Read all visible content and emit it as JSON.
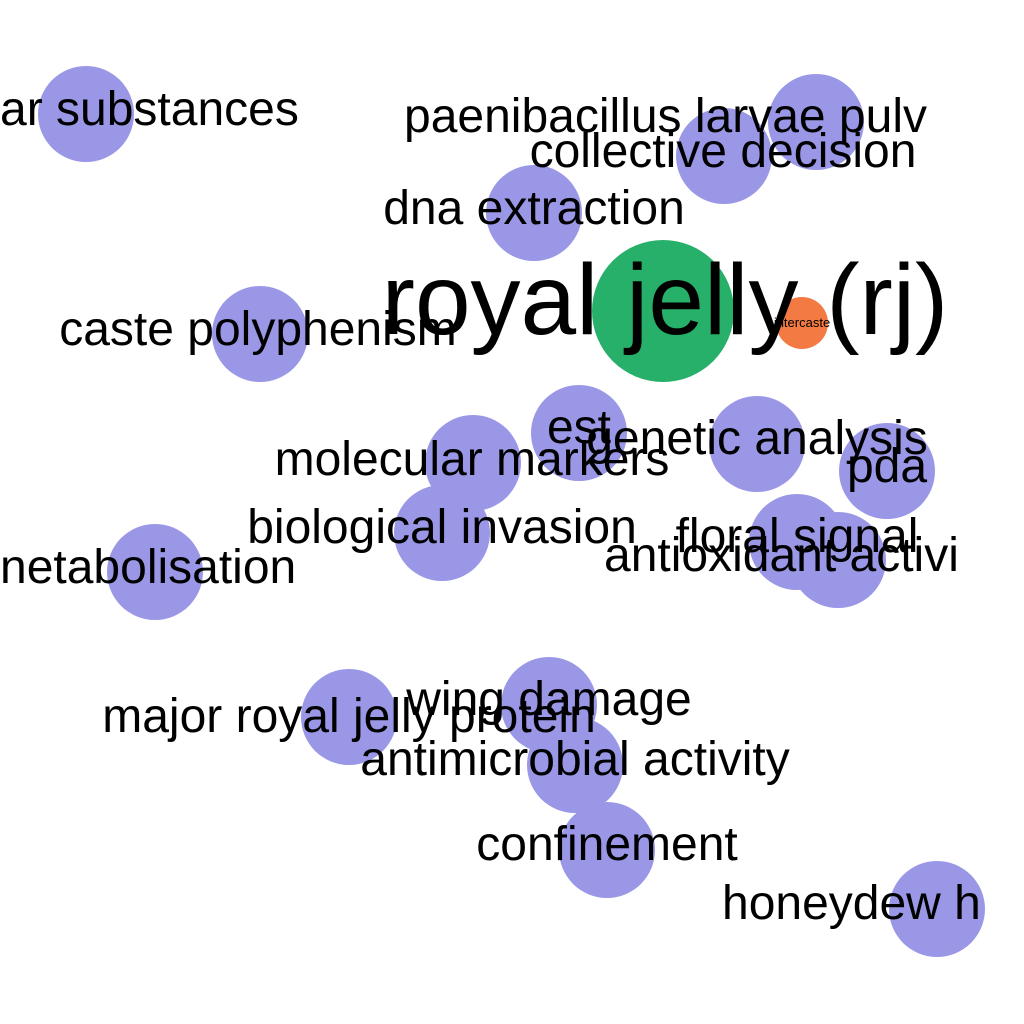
{
  "colors": {
    "background": "#ffffff",
    "keyword_node": "#9a98e6",
    "central_node": "#26b069",
    "secondary_node": "#f47a43",
    "label": "#000000"
  },
  "central_node": {
    "label": "royal jelly (rj)",
    "color": "#26b069"
  },
  "secondary_node": {
    "label": "intercaste",
    "color": "#f47a43"
  },
  "keyword_nodes": [
    {
      "id": "n1",
      "label": "ar substances"
    },
    {
      "id": "n2",
      "label": "paenibacillus larvae pulv"
    },
    {
      "id": "n3",
      "label": "collective decision"
    },
    {
      "id": "n4",
      "label": "dna extraction"
    },
    {
      "id": "n5",
      "label": "caste polyphenism"
    },
    {
      "id": "n6",
      "label": "est"
    },
    {
      "id": "n7",
      "label": "genetic analysis"
    },
    {
      "id": "n8",
      "label": "molecular markers"
    },
    {
      "id": "n9",
      "label": "pda"
    },
    {
      "id": "n10",
      "label": "biological invasion"
    },
    {
      "id": "n11",
      "label": "floral signal"
    },
    {
      "id": "n12",
      "label": "antioxidant activi"
    },
    {
      "id": "n13",
      "label": "netabolisation"
    },
    {
      "id": "n14",
      "label": "wing damage"
    },
    {
      "id": "n15",
      "label": "major royal jelly protein"
    },
    {
      "id": "n16",
      "label": "antimicrobial activity"
    },
    {
      "id": "n17",
      "label": "confinement"
    },
    {
      "id": "n18",
      "label": "honeydew h"
    }
  ]
}
